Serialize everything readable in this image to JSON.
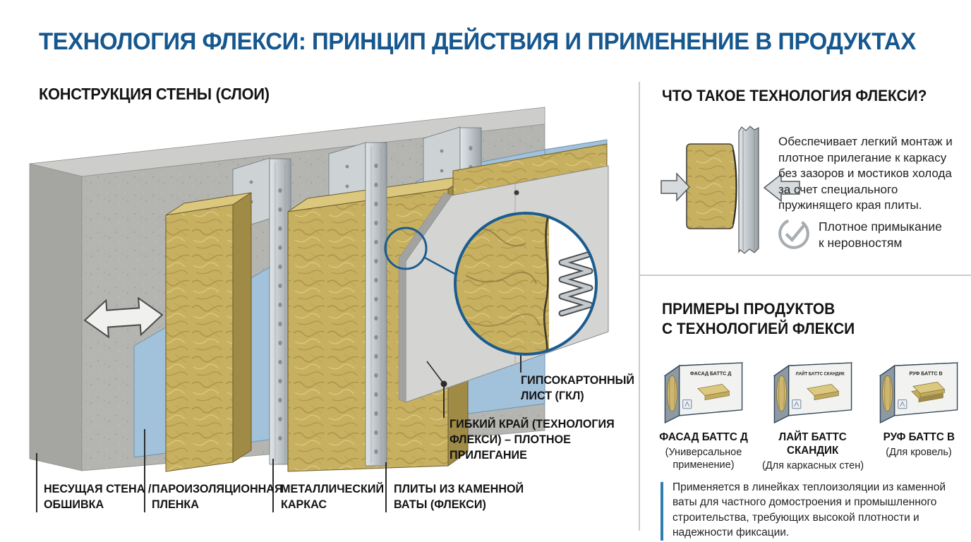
{
  "page": {
    "title": "ТЕХНОЛОГИЯ ФЛЕКСИ: ПРИНЦИП ДЕЙСТВИЯ И ПРИМЕНЕНИЕ В ПРОДУКТАХ"
  },
  "wall": {
    "heading": "КОНСТРУКЦИЯ СТЕНЫ (СЛОИ)",
    "layer_labels": [
      {
        "text": "НЕСУЩАЯ СТЕНА /\nОБШИВКА"
      },
      {
        "text": "ПАРОИЗОЛЯЦИОННАЯ\nПЛЕНКА"
      },
      {
        "text": "МЕТАЛЛИЧЕСКИЙ\nКАРКАС"
      },
      {
        "text": "ПЛИТЫ ИЗ КАМЕННОЙ\nВАТЫ (ФЛЕКСИ)"
      }
    ],
    "callouts": {
      "gypsum": "ГИПСОКАРТОННЫЙ\nЛИСТ (ГКЛ)",
      "flexi_edge": "ГИБКИЙ КРАЙ (ТЕХНОЛОГИЯ\nФЛЕКСИ) – ПЛОТНОЕ\nПРИЛЕГАНИЕ"
    }
  },
  "what_is": {
    "heading": "ЧТО ТАКОЕ ТЕХНОЛОГИЯ ФЛЕКСИ?",
    "description": "Обеспечивает легкий монтаж и плотное прилегание к каркасу без зазоров и мостиков холода за счет специального пружинящего края плиты.",
    "benefit": "Плотное примыкание к неровностям"
  },
  "products": {
    "heading": "ПРИМЕРЫ ПРОДУКТОВ\nС ТЕХНОЛОГИЕЙ ФЛЕКСИ",
    "items": [
      {
        "box_label": "ФАСАД БАТТС Д",
        "name": "ФАСАД БАТТС Д",
        "purpose": "(Универсальное\nприменение)"
      },
      {
        "box_label": "ЛАЙТ БАТТС СКАНДИК",
        "name": "ЛАЙТ БАТТС\nСКАНДИК",
        "purpose": "(Для каркасных стен)"
      },
      {
        "box_label": "РУФ БАТТС В",
        "name": "РУФ БАТТС В",
        "purpose": "(Для кровель)"
      }
    ],
    "note": "Применяется в линейках теплоизоляции из каменной ваты для частного домостроения и промышленного строительства, требующих высокой плотности и надежности фиксации."
  },
  "colors": {
    "accent": "#15578e",
    "note_bar": "#2e7fae",
    "wool": "#c7b060",
    "film": "#a2c1da",
    "concrete": "#b4b5b1",
    "metal": "#c2c7ca",
    "gypsum": "#d4d5d3",
    "magnifier": "#1b5c8f"
  }
}
